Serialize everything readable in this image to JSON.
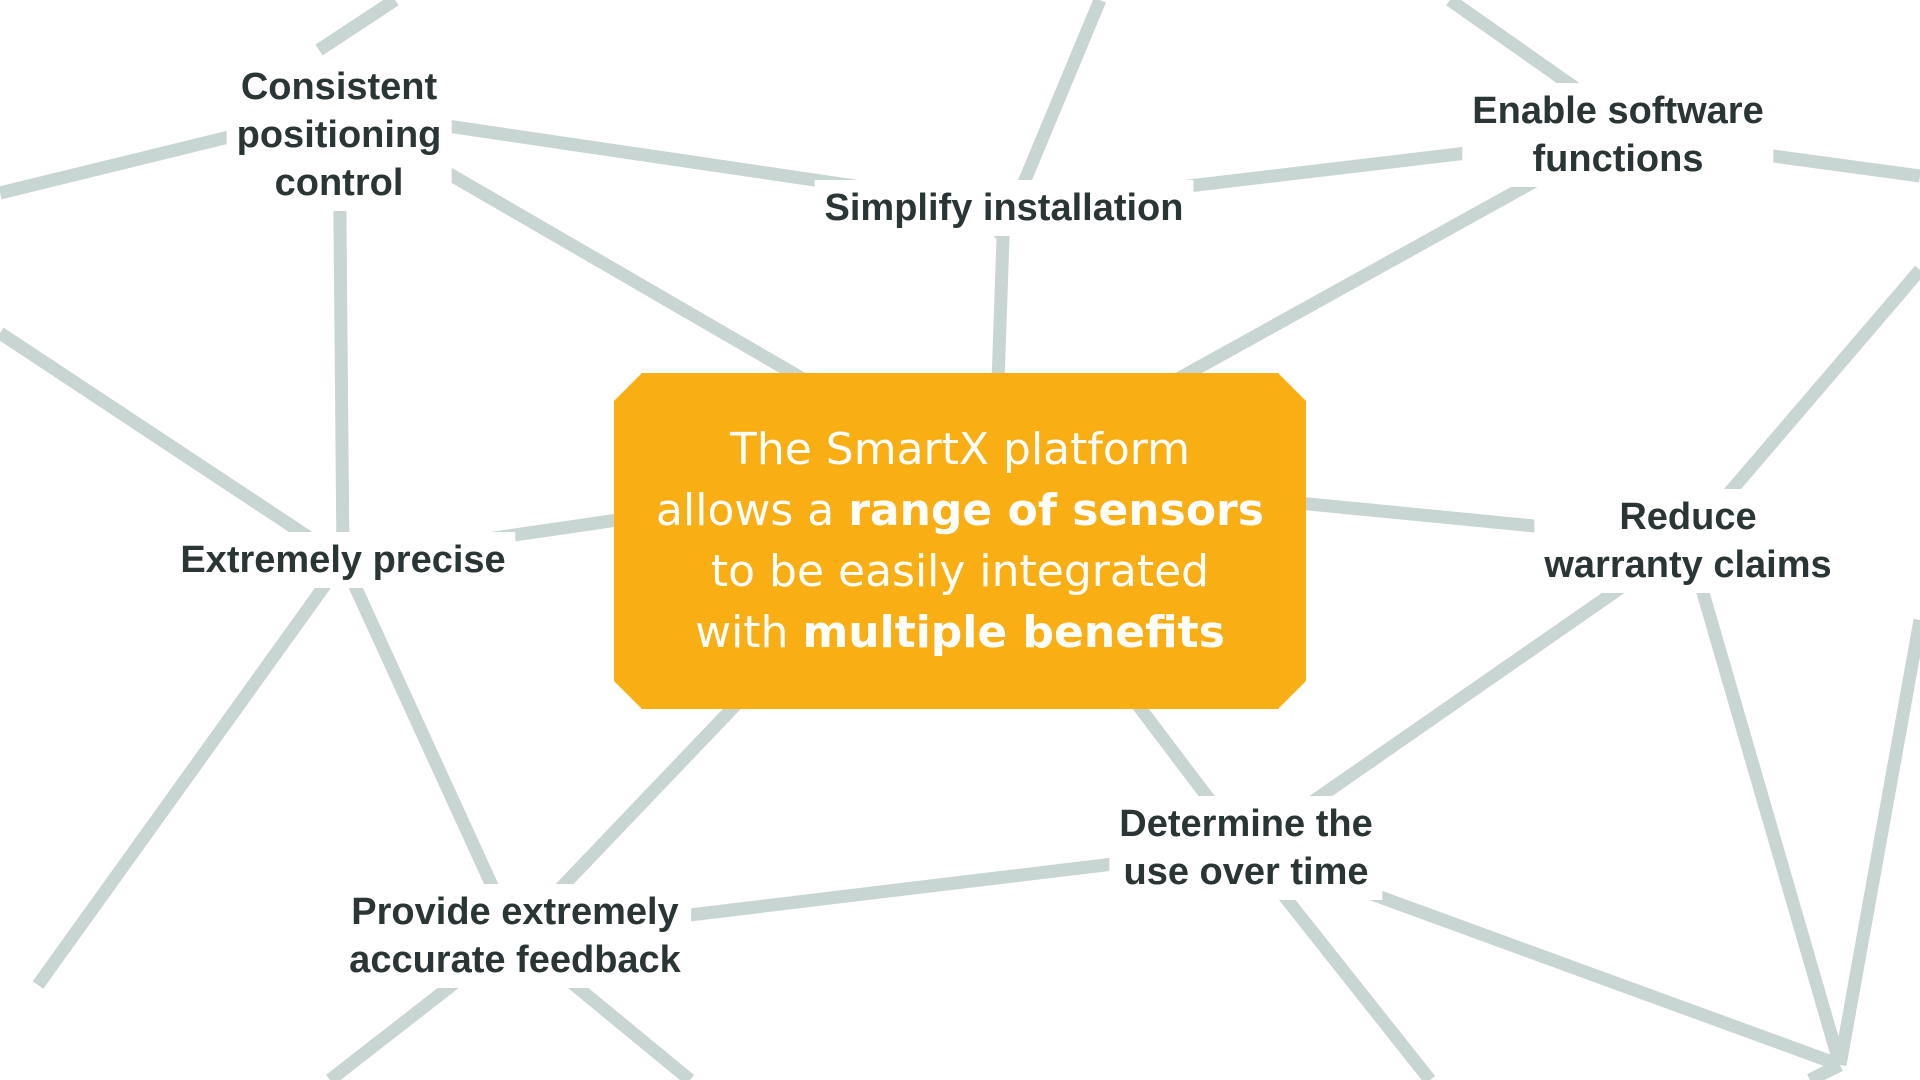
{
  "colors": {
    "background": "#ffffff",
    "line": "#c8d6d3",
    "label_text": "#2a3636",
    "center_fill": "#f9ae14",
    "center_text": "#ffffff"
  },
  "center": {
    "line1": "The SmartX platform",
    "line2_normal": "allows a ",
    "line2_bold": "range of sensors",
    "line3": "to be easily integrated",
    "line4_normal": "with ",
    "line4_bold": "multiple benefits"
  },
  "nodes": {
    "consistent": {
      "lines": [
        "Consistent",
        "positioning",
        "control"
      ]
    },
    "simplify": {
      "lines": [
        "Simplify installation"
      ]
    },
    "enable": {
      "lines": [
        "Enable software",
        "functions"
      ]
    },
    "precise": {
      "lines": [
        "Extremely precise"
      ]
    },
    "reduce": {
      "lines": [
        "Reduce",
        "warranty claims"
      ]
    },
    "determine": {
      "lines": [
        "Determine the",
        "use over time"
      ]
    },
    "feedback": {
      "lines": [
        "Provide extremely",
        "accurate feedback"
      ]
    }
  }
}
